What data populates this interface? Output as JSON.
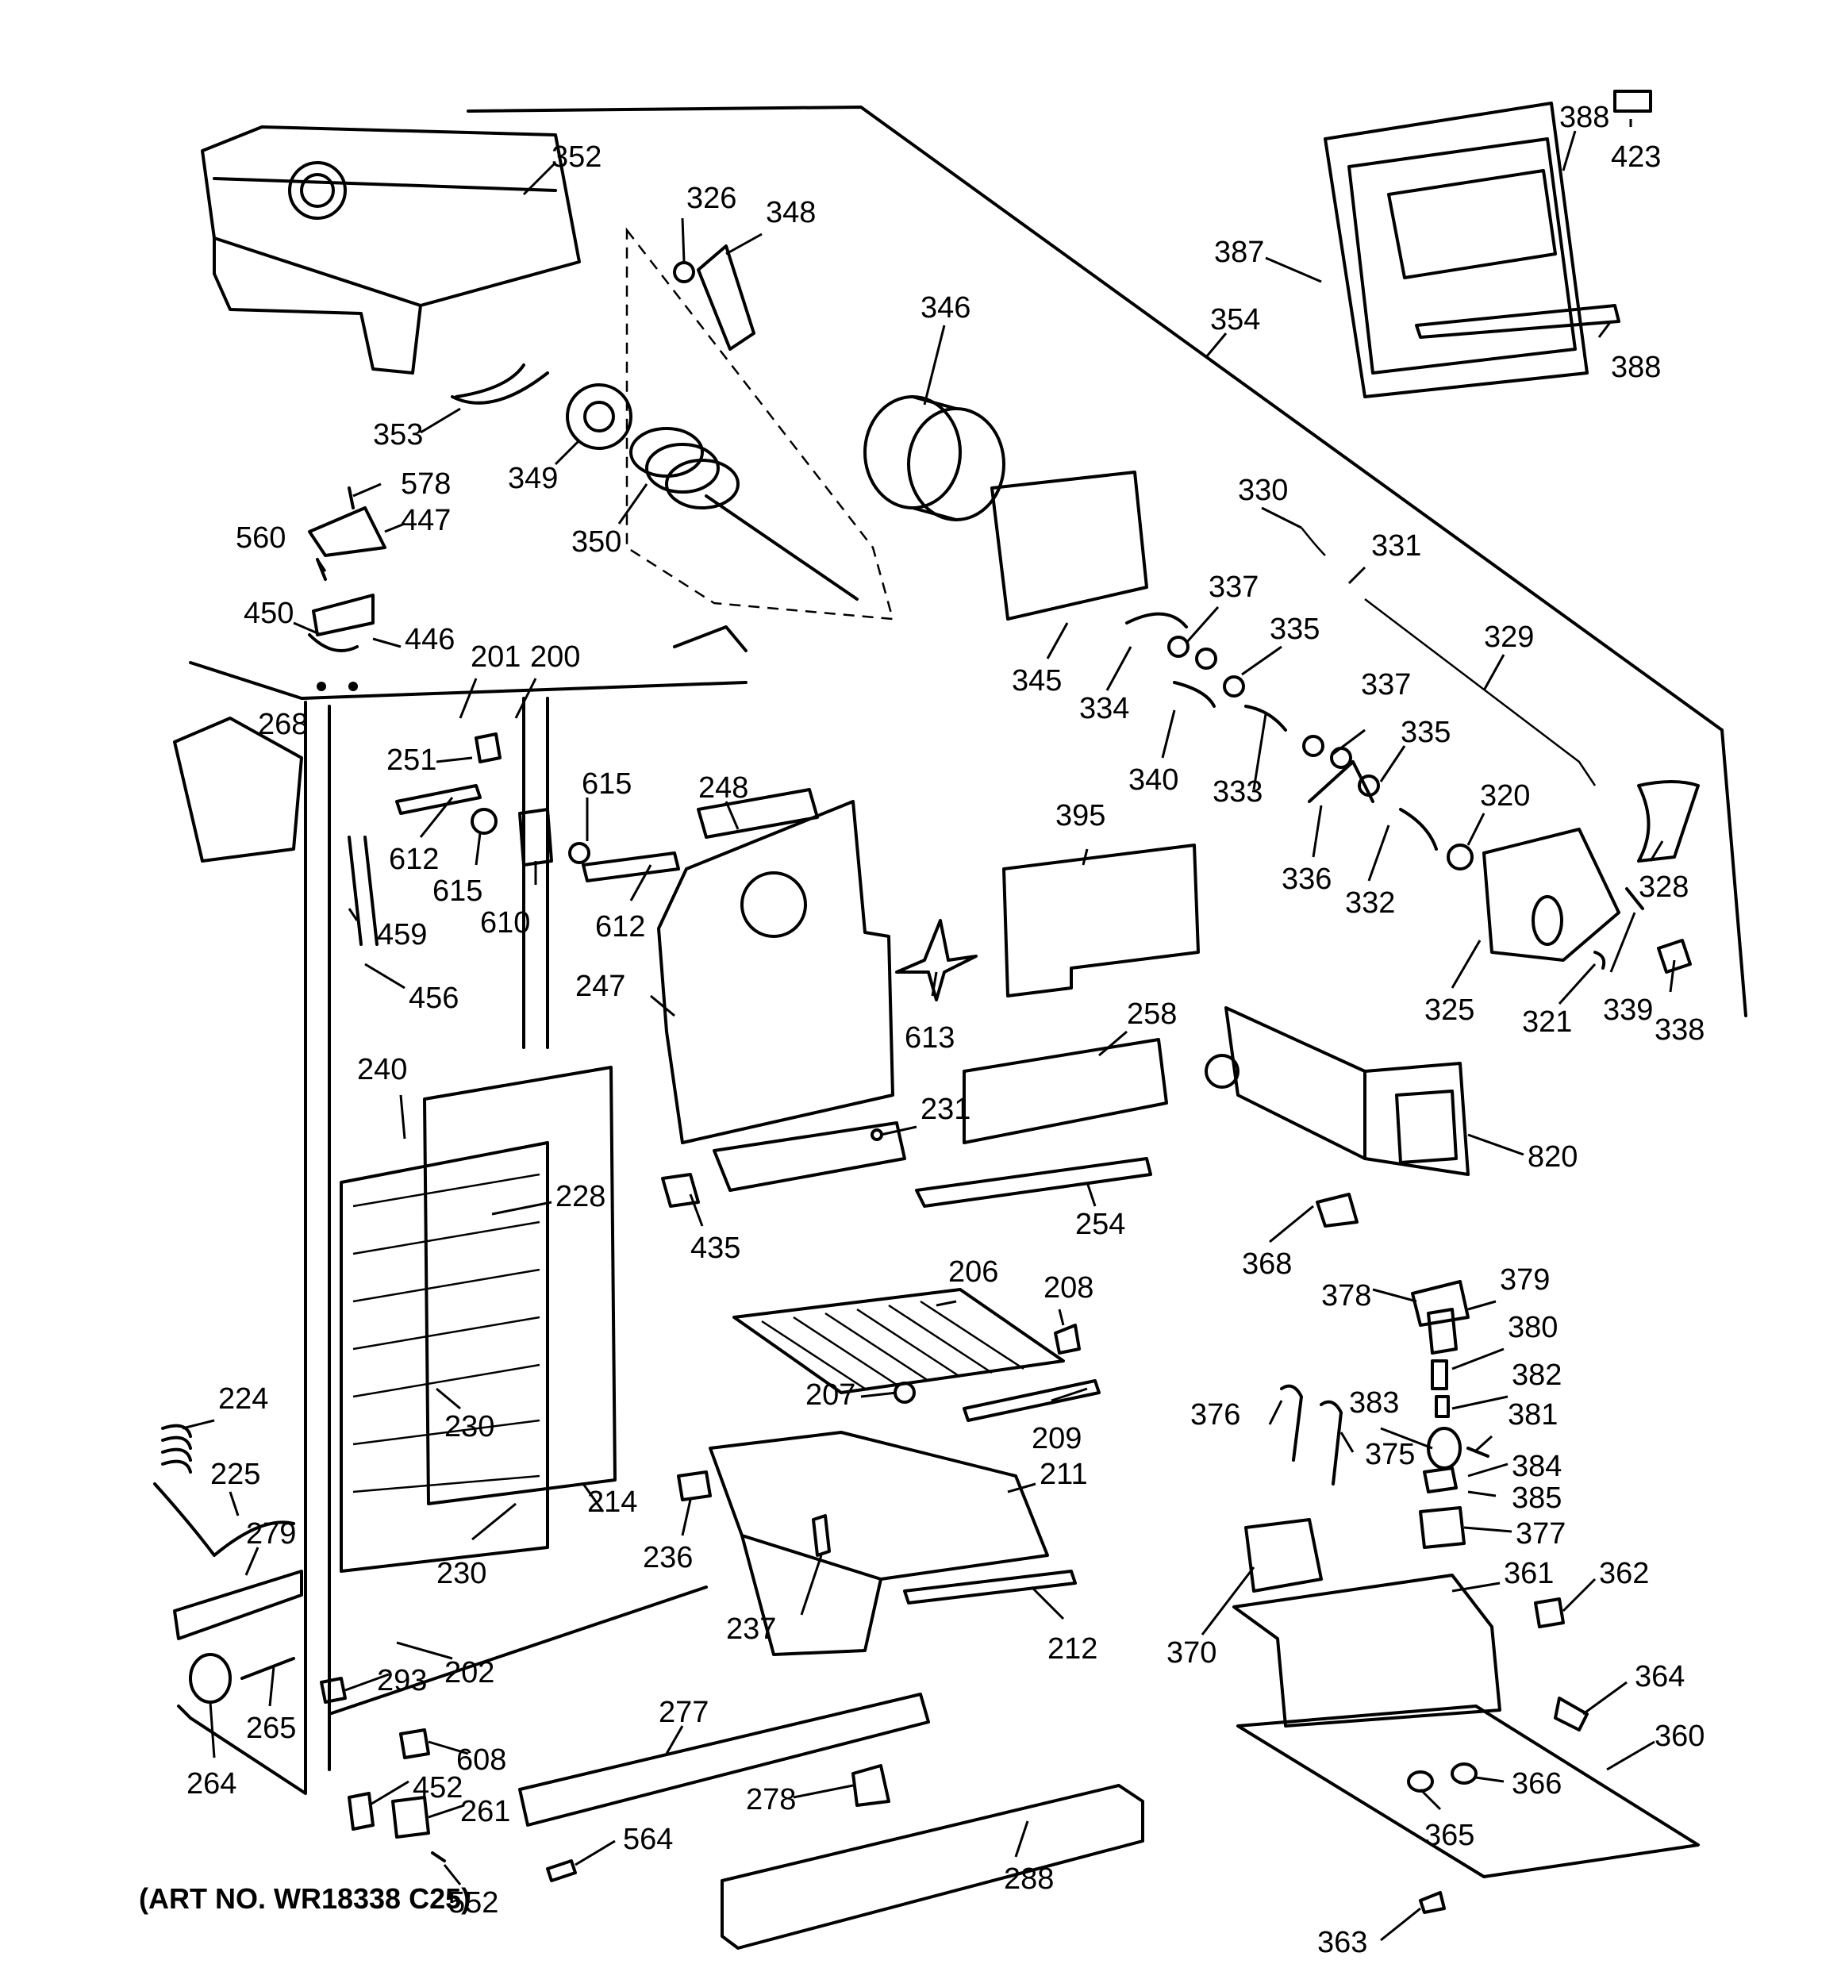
{
  "art_number": "(ART NO. WR18338 C25)",
  "callouts": {
    "c352": "352",
    "c326": "326",
    "c348": "348",
    "c346": "346",
    "c388a": "388",
    "c423": "423",
    "c387": "387",
    "c354": "354",
    "c388b": "388",
    "c353": "353",
    "c349": "349",
    "c350": "350",
    "c578": "578",
    "c447": "447",
    "c560": "560",
    "c450": "450",
    "c446": "446",
    "c330": "330",
    "c331": "331",
    "c337a": "337",
    "c335a": "335",
    "c329": "329",
    "c345": "345",
    "c334": "334",
    "c340": "340",
    "c333": "333",
    "c337b": "337",
    "c335b": "335",
    "c320": "320",
    "c336": "336",
    "c332": "332",
    "c328": "328",
    "c325": "325",
    "c321": "321",
    "c339": "339",
    "c338": "338",
    "c201": "201",
    "c200": "200",
    "c268": "268",
    "c251": "251",
    "c612a": "612",
    "c615a": "615",
    "c615b": "615",
    "c610": "610",
    "c612b": "612",
    "c248": "248",
    "c459": "459",
    "c456": "456",
    "c395": "395",
    "c247": "247",
    "c613": "613",
    "c258": "258",
    "c240": "240",
    "c228": "228",
    "c231": "231",
    "c820": "820",
    "c435": "435",
    "c254": "254",
    "c368": "368",
    "c206": "206",
    "c208": "208",
    "c378": "378",
    "c379": "379",
    "c380": "380",
    "c224": "224",
    "c207": "207",
    "c209": "209",
    "c382": "382",
    "c376": "376",
    "c383": "383",
    "c381": "381",
    "c230a": "230",
    "c375": "375",
    "c211": "211",
    "c225": "225",
    "c384": "384",
    "c385": "385",
    "c214": "214",
    "c279": "279",
    "c236": "236",
    "c377": "377",
    "c230b": "230",
    "c361": "361",
    "c362": "362",
    "c237": "237",
    "c212": "212",
    "c370": "370",
    "c202": "202",
    "c293": "293",
    "c364": "364",
    "c265": "265",
    "c277": "277",
    "c360": "360",
    "c608": "608",
    "c264": "264",
    "c452": "452",
    "c261": "261",
    "c278": "278",
    "c366": "366",
    "c564": "564",
    "c365": "365",
    "c288": "288",
    "c552": "552",
    "c363": "363"
  }
}
